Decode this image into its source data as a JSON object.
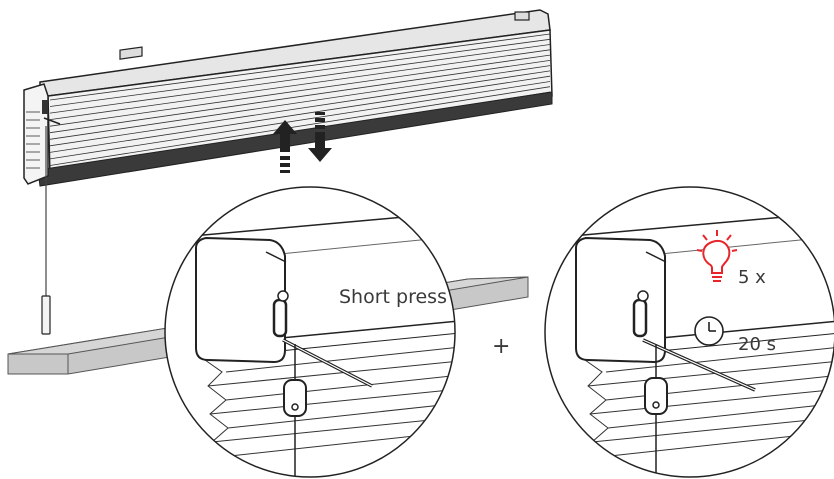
{
  "labels": {
    "short_press": "Short press",
    "plus": "+",
    "blink_count": "5 x",
    "duration": "20 s"
  },
  "icons": {
    "lamp": "lightbulb-icon",
    "timer": "clock-icon",
    "up": "arrow-up-icon",
    "down": "arrow-down-icon"
  },
  "colors": {
    "line": "#222222",
    "text": "#3a3a3a",
    "gray_bar": "#c8c8c8",
    "lamp": "#e8262a"
  }
}
